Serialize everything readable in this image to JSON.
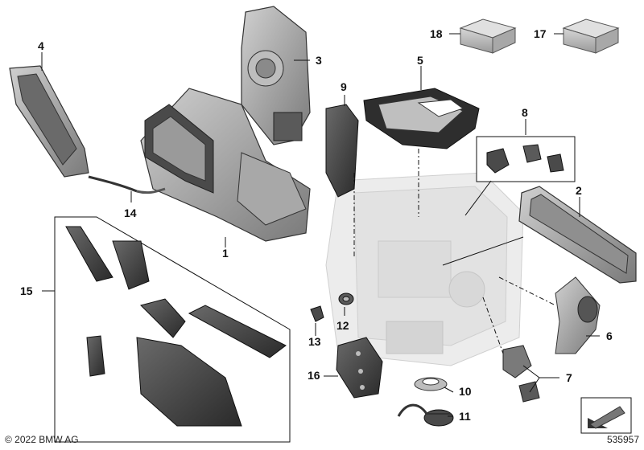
{
  "callouts": {
    "c1": "1",
    "c2": "2",
    "c3": "3",
    "c4": "4",
    "c5": "5",
    "c6": "6",
    "c7": "7",
    "c8": "8",
    "c9": "9",
    "c10": "10",
    "c11": "11",
    "c12": "12",
    "c13": "13",
    "c14": "14",
    "c15": "15",
    "c16": "16",
    "c17": "17",
    "c18": "18"
  },
  "footer": {
    "copyright": "© 2022 BMW AG",
    "doc_number": "535957"
  },
  "colors": {
    "part_dark": "#3a3a3a",
    "part_mid": "#8a8a8a",
    "part_light": "#c8c8c8",
    "ghost": "#e6e6e6",
    "line": "#111111"
  }
}
